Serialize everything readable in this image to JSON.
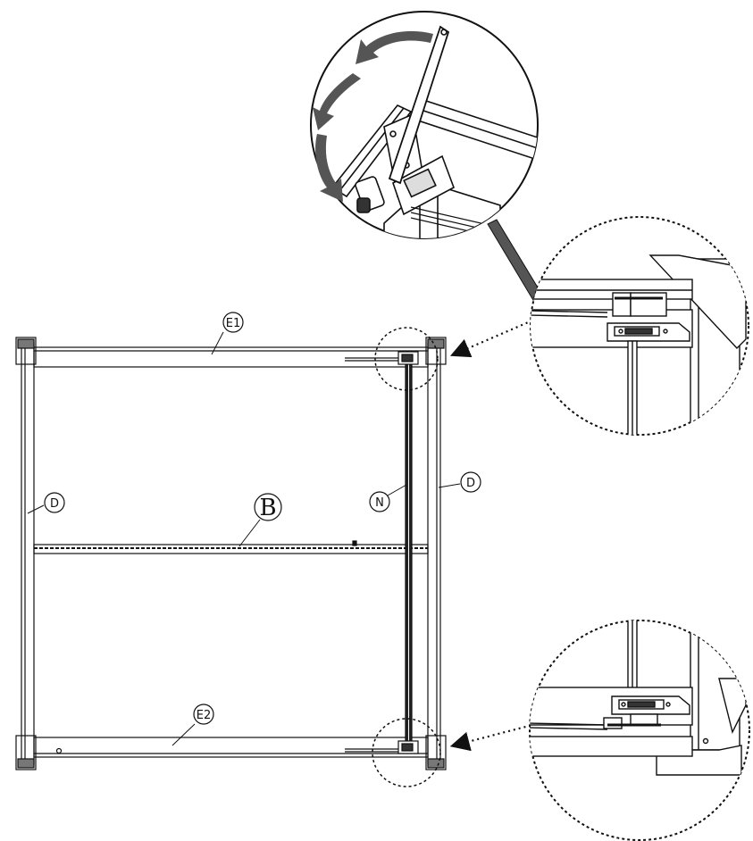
{
  "labels": {
    "top_rail": "E1",
    "bottom_rail": "E2",
    "left_post": "D",
    "right_post": "D",
    "center_bar": "B",
    "vertical_rod": "N"
  },
  "colors": {
    "line": "#111111",
    "arrow_fill": "#555555",
    "background": "#ffffff"
  },
  "icons": {
    "rotation_arrows": "curved-arrow-icon",
    "callout_pointer": "dotted-arrow-icon"
  }
}
